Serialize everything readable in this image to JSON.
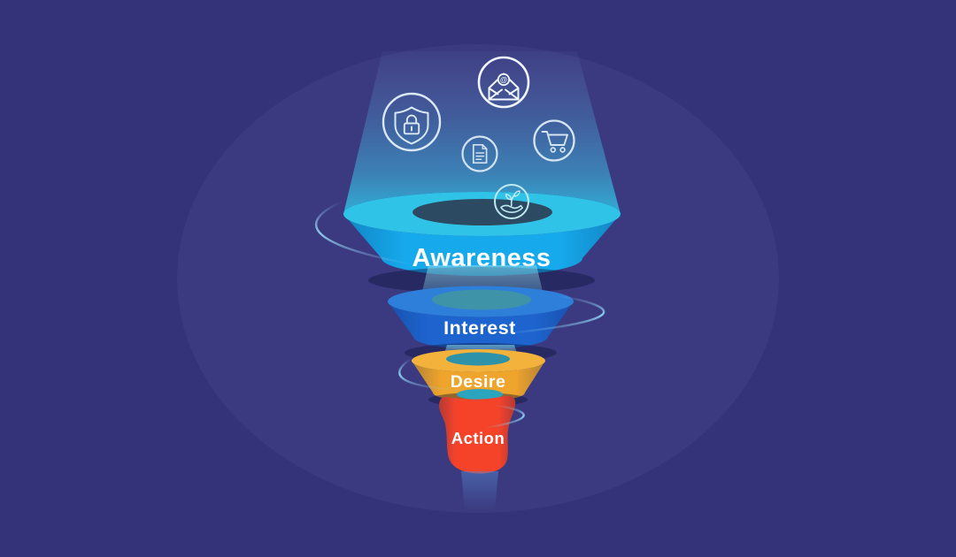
{
  "illustration": {
    "title": "AIDA marketing funnel",
    "type": "funnel-diagram"
  },
  "background": {
    "base_color": "#343379",
    "spotlight_color": "#3b3a80"
  },
  "beam": {
    "color_top": "rgba(140,190,245,0.04)",
    "color_bottom": "rgba(45,205,238,0.78)"
  },
  "funnel": {
    "label_color": "#ffffff",
    "stages": [
      {
        "label": "Awareness",
        "side_color": "#16a9ec",
        "rim_color": "#30c3e8",
        "hole_color": "#2c4a61"
      },
      {
        "label": "Interest",
        "side_color": "#1e64cf",
        "rim_color": "#2d7fda",
        "hole_color": "#3f93a9"
      },
      {
        "label": "Desire",
        "side_color": "#efa42c",
        "rim_color": "#f2b23c",
        "hole_color": "#2e93a8"
      },
      {
        "label": "Action",
        "side_color": "#f5432a",
        "hole_color": "#2ba4bd"
      }
    ]
  },
  "orbit_rings": {
    "color": "#8fd0f4"
  },
  "icons": [
    {
      "name": "email-icon",
      "glyph": "@",
      "stroke": "#f0f6fc"
    },
    {
      "name": "shield-lock-icon",
      "stroke": "#dae8f4"
    },
    {
      "name": "document-icon",
      "stroke": "#d2e2f0"
    },
    {
      "name": "cart-icon",
      "stroke": "#d5e4f2"
    },
    {
      "name": "growth-icon",
      "stroke": "#bfe8f0"
    }
  ]
}
